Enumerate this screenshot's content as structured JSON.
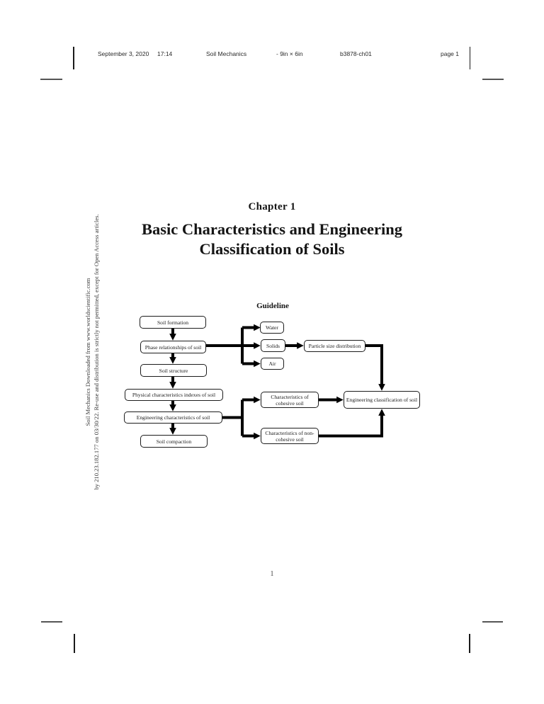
{
  "header": {
    "date": "September 3, 2020",
    "time": "17:14",
    "book_title": "Soil Mechanics",
    "trim_size": "- 9in × 6in",
    "file_id": "b3878-ch01",
    "page_label": "page 1"
  },
  "watermark": {
    "line1": "Soil Mechanics Downloaded from www.worldscientific.com",
    "line2": "by 210.23.182.177 on 03/30/22. Re-use and distribution is strictly not permitted, except for Open Access articles."
  },
  "chapter": {
    "label": "Chapter 1",
    "title_line1": "Basic Characteristics and Engineering",
    "title_line2": "Classification of Soils"
  },
  "page_number": "1",
  "diagram": {
    "title": "Guideline",
    "nodes": {
      "soil_formation": "Soil formation",
      "phase_relationships": "Phase relationships of soil",
      "soil_structure": "Soil structure",
      "physical_characteristics": "Physical characteristics indexes of soil",
      "engineering_characteristics": "Engineering characteristics of soil",
      "soil_compaction": "Soil compaction",
      "water": "Water",
      "solids": "Solids",
      "air": "Air",
      "particle_size": "Particle size distribution",
      "cohesive": "Characteristics of cohesive soil",
      "non_cohesive": "Characteristics of non-cohesive soil",
      "engineering_classification": "Engineering classification of soil"
    },
    "edges": [
      {
        "from": "Soil formation",
        "to": "Phase relationships of soil"
      },
      {
        "from": "Phase relationships of soil",
        "to": "Soil structure"
      },
      {
        "from": "Soil structure",
        "to": "Physical characteristics indexes of soil"
      },
      {
        "from": "Physical characteristics indexes of soil",
        "to": "Engineering characteristics of soil"
      },
      {
        "from": "Engineering characteristics of soil",
        "to": "Soil compaction"
      },
      {
        "from": "Phase relationships of soil",
        "to": "Water"
      },
      {
        "from": "Phase relationships of soil",
        "to": "Solids"
      },
      {
        "from": "Phase relationships of soil",
        "to": "Air"
      },
      {
        "from": "Solids",
        "to": "Particle size distribution"
      },
      {
        "from": "Particle size distribution",
        "to": "Engineering classification of soil"
      },
      {
        "from": "Engineering characteristics of soil",
        "to": "Characteristics of cohesive soil"
      },
      {
        "from": "Engineering characteristics of soil",
        "to": "Characteristics of non-cohesive soil"
      },
      {
        "from": "Characteristics of cohesive soil",
        "to": "Engineering classification of soil"
      },
      {
        "from": "Characteristics of non-cohesive soil",
        "to": "Engineering classification of soil"
      }
    ]
  }
}
